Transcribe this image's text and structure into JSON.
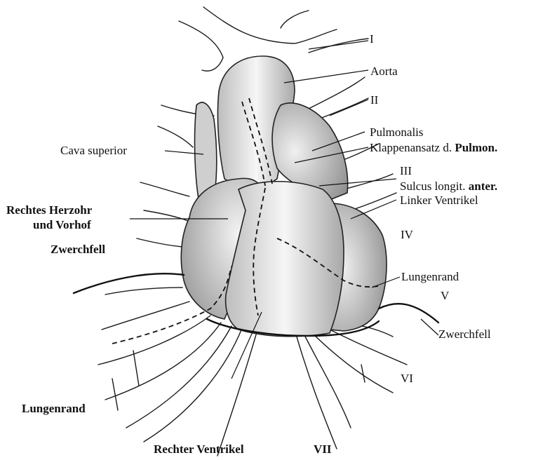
{
  "figure": {
    "labels": {
      "rib_i": "I",
      "aorta": "Aorta",
      "rib_ii": "II",
      "pulmonalis": "Pulmonalis",
      "klappen": "Klappenansatz d.",
      "klappen_bold": "Pulmon.",
      "rib_iii": "III",
      "sulcus": "Sulcus longit.",
      "sulcus_bold": "anter.",
      "linker": "Linker Ventrikel",
      "cava": "Cava superior",
      "rechtes_herzohr": "Rechtes Herzohr",
      "und_vorhof": "und Vorhof",
      "zwerchfell_left": "Zwerchfell",
      "rib_iv": "IV",
      "lungenrand_right": "Lungenrand",
      "rib_v": "V",
      "zwerchfell_right": "Zwerchfell",
      "rib_vi": "VI",
      "lungenrand_left": "Lungenrand",
      "rechter_ventrikel": "Rechter Ventrikel",
      "rib_vii": "VII"
    }
  }
}
